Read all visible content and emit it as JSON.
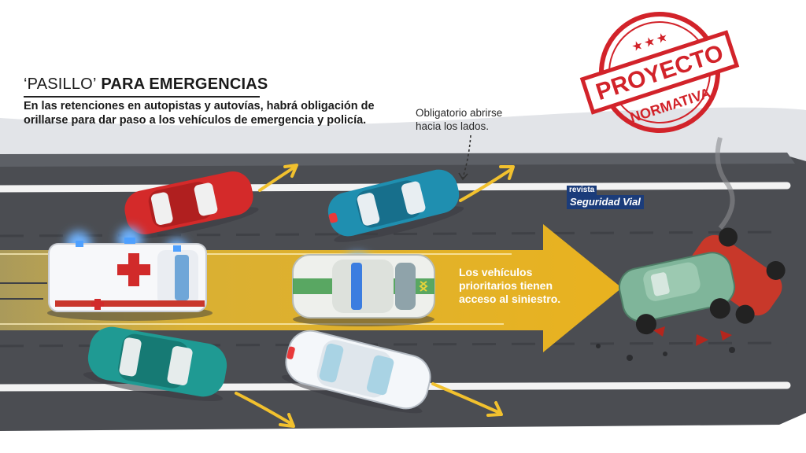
{
  "header": {
    "title_quoted": "‘PASILLO’",
    "title_rest": " PARA EMERGENCIAS",
    "description": "En las retenciones en autopistas y autovías, habrá obligación de orillarse para dar paso a los vehículos de emergencia y policía."
  },
  "callout": {
    "lines": [
      "Obligatorio abrirse",
      "hacia los lados."
    ]
  },
  "arrow_label": {
    "lines": [
      "Los vehículos",
      "prioritarios tienen",
      "acceso al siniestro."
    ]
  },
  "stamp": {
    "word_top": "PROYECTO",
    "word_bottom": "NORMATIVA",
    "stars": "★ ★ ★",
    "color": "#d2232a"
  },
  "brand": {
    "small": "revista",
    "big": "Seguridad Vial"
  },
  "colors": {
    "road": "#4b4d52",
    "corridor": "#f2c12e",
    "red_car": "#d42a2a",
    "blue_car": "#1f8fb0",
    "teal_car": "#1f9a93",
    "police_car": "#eef0ec",
    "white_car": "#f4f7fa",
    "crash_car": "#7fb59a"
  }
}
